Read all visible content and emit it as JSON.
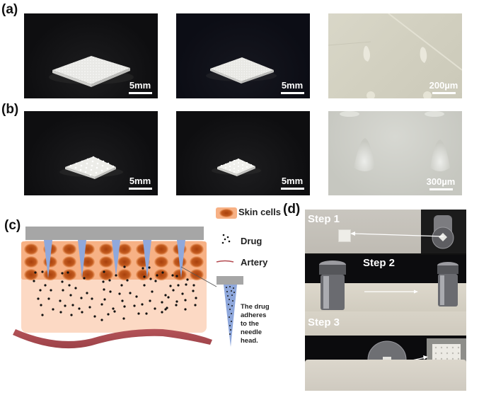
{
  "figure": {
    "panels": {
      "a": {
        "label": "(a)",
        "images": [
          {
            "desc": "dense microneedle patch on black background",
            "scale": "5mm"
          },
          {
            "desc": "dense microneedle patch on black background (smaller)",
            "scale": "5mm"
          },
          {
            "desc": "micrograph of two needle tips",
            "scale": "200µm"
          }
        ]
      },
      "b": {
        "label": "(b)",
        "images": [
          {
            "desc": "5x5 microneedle patch on black background",
            "scale": "5mm"
          },
          {
            "desc": "5x5 microneedle patch on black background (smaller)",
            "scale": "5mm"
          },
          {
            "desc": "micrograph of two conical needles",
            "scale": "300µm"
          }
        ]
      },
      "c": {
        "label": "(c)",
        "legend": [
          {
            "icon": "skin-cell-icon",
            "text": "Skin cells"
          },
          {
            "icon": "drug-dots-icon",
            "text": "Drug"
          },
          {
            "icon": "artery-line-icon",
            "text": "Artery"
          }
        ],
        "needle_note": [
          "The drug",
          "adheres",
          "to the",
          "needle",
          "head."
        ],
        "colors": {
          "base_plate": "#a6a6a6",
          "needle": "#8fa8dc",
          "epidermis": "#f7b185",
          "cell_core": "#b3480f",
          "dermis": "#fcd9c4",
          "artery": "#a84a4e",
          "drug": "#111111"
        }
      },
      "d": {
        "label": "(d)",
        "steps": [
          {
            "label": "Step 1"
          },
          {
            "label": "Step 2"
          },
          {
            "label": "Step 3"
          }
        ]
      }
    }
  }
}
